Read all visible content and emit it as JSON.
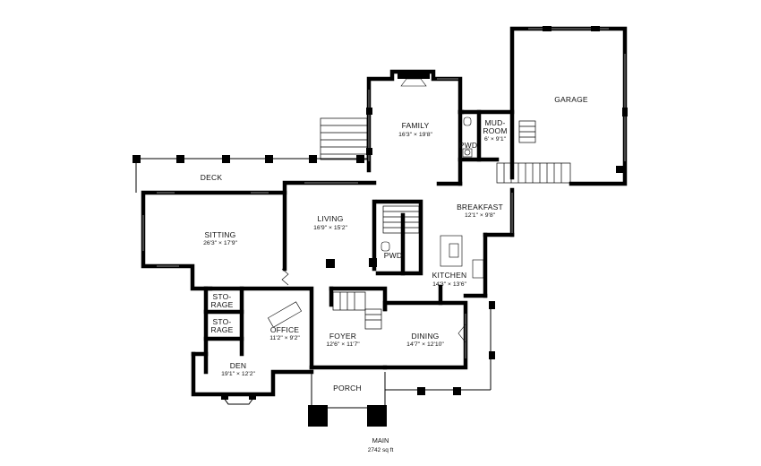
{
  "floor": {
    "title": "MAIN",
    "area": "2742 sq ft"
  },
  "rooms": {
    "garage": {
      "name": "GARAGE"
    },
    "family": {
      "name": "FAMILY",
      "dims": "16'3\" × 19'8\""
    },
    "mudroom": {
      "name": "MUD-",
      "name2": "ROOM",
      "dims": "6' × 9'1\""
    },
    "pwd_upper": {
      "name": "PWD"
    },
    "deck": {
      "name": "DECK"
    },
    "breakfast": {
      "name": "BREAKFAST",
      "dims": "12'1\" × 9'8\""
    },
    "living": {
      "name": "LIVING",
      "dims": "16'9\" × 15'2\""
    },
    "sitting": {
      "name": "SITTING",
      "dims": "26'3\" × 17'9\""
    },
    "pwd_lower": {
      "name": "PWD"
    },
    "kitchen": {
      "name": "KITCHEN",
      "dims": "14'3\" × 13'6\""
    },
    "storage1": {
      "name": "STO-",
      "name2": "RAGE"
    },
    "storage2": {
      "name": "STO-",
      "name2": "RAGE"
    },
    "office": {
      "name": "OFFICE",
      "dims": "11'2\" × 9'2\""
    },
    "foyer": {
      "name": "FOYER",
      "dims": "12'6\" × 11'7\""
    },
    "dining": {
      "name": "DINING",
      "dims": "14'7\" × 12'10\""
    },
    "den": {
      "name": "DEN",
      "dims": "19'1\" × 12'2\""
    },
    "porch": {
      "name": "PORCH"
    }
  }
}
